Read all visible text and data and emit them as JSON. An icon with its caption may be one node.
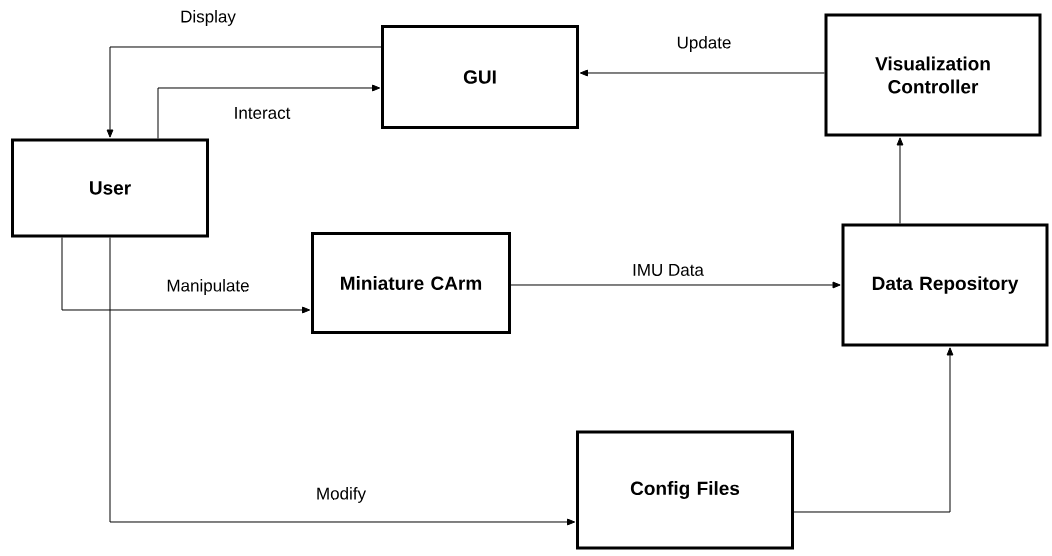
{
  "diagram": {
    "nodes": [
      {
        "text": [
          "GUI"
        ]
      },
      {
        "text": [
          "Visualization Controller"
        ]
      },
      {
        "text": [
          "User"
        ]
      },
      {
        "text": [
          "Miniature CArm"
        ]
      },
      {
        "text": [
          "Data Repository"
        ]
      },
      {
        "text": [
          "Config Files"
        ]
      }
    ],
    "edges": [
      {
        "from": 0,
        "to": 2,
        "arrow": "to",
        "label": "Display"
      },
      {
        "from": 2,
        "to": 0,
        "arrow": "to",
        "label": "Interact"
      },
      {
        "from": 1,
        "to": 0,
        "arrow": "to",
        "label": "Update"
      },
      {
        "from": 2,
        "to": 3,
        "arrow": "to",
        "label": "Manipulate"
      },
      {
        "from": 3,
        "to": 4,
        "arrow": "to",
        "label": "IMU Data"
      },
      {
        "from": 2,
        "to": 5,
        "arrow": "to",
        "label": "Modify"
      },
      {
        "from": 5,
        "to": 4,
        "arrow": "to"
      },
      {
        "from": 4,
        "to": 1,
        "arrow": "to"
      }
    ]
  }
}
